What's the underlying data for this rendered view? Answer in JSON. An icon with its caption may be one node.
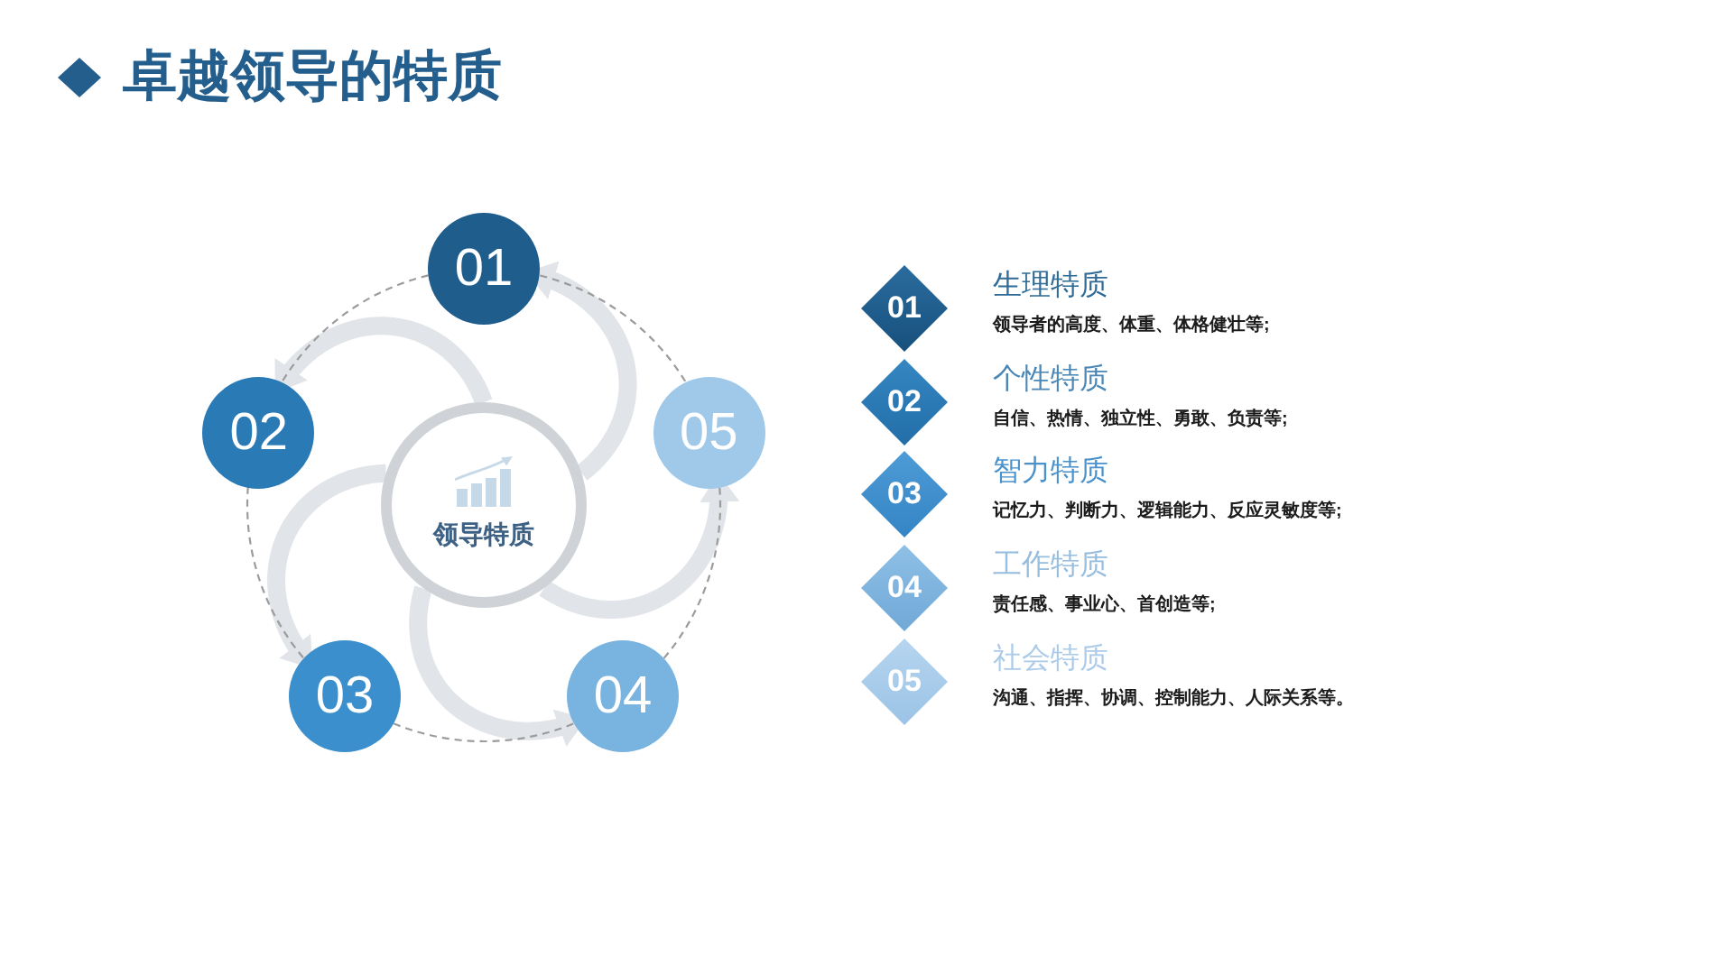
{
  "diagram": {
    "title": "卓越领导的特质",
    "nodes": [
      {
        "text": [
          "领导特质"
        ]
      },
      {
        "text": [
          "01"
        ]
      },
      {
        "text": [
          "02"
        ]
      },
      {
        "text": [
          "03"
        ]
      },
      {
        "text": [
          "04"
        ]
      },
      {
        "text": [
          "05"
        ]
      },
      {
        "text": [
          "01"
        ],
        "beside": [
          "生理特质",
          "领导者的高度、体重、体格健壮等;"
        ]
      },
      {
        "text": [
          "02"
        ],
        "beside": [
          "个性特质",
          "自信、热情、独立性、勇敢、负责等;"
        ]
      },
      {
        "text": [
          "03"
        ],
        "beside": [
          "智力特质",
          "记忆力、判断力、逻辑能力、反应灵敏度等;"
        ]
      },
      {
        "text": [
          "04"
        ],
        "beside": [
          "工作特质",
          "责任感、事业心、首创造等;"
        ]
      },
      {
        "text": [
          "05"
        ],
        "beside": [
          "社会特质",
          "沟通、指挥、协调、控制能力、人际关系等。"
        ]
      }
    ],
    "edges": [
      {
        "from": 0,
        "to": 1,
        "arrow": "to",
        "style": "thick",
        "color": "#e1e4e8"
      },
      {
        "from": 0,
        "to": 2,
        "arrow": "to",
        "style": "thick",
        "color": "#e1e4e8"
      },
      {
        "from": 0,
        "to": 3,
        "arrow": "to",
        "style": "thick",
        "color": "#e1e4e8"
      },
      {
        "from": 0,
        "to": 4,
        "arrow": "to",
        "style": "thick",
        "color": "#e1e4e8"
      },
      {
        "from": 0,
        "to": 5,
        "arrow": "to",
        "style": "thick",
        "color": "#e1e4e8"
      },
      {
        "from": 1,
        "to": 2,
        "arrow": "none",
        "style": "dashed"
      },
      {
        "from": 2,
        "to": 3,
        "arrow": "none",
        "style": "dashed"
      },
      {
        "from": 3,
        "to": 4,
        "arrow": "none",
        "style": "dashed"
      },
      {
        "from": 4,
        "to": 5,
        "arrow": "none",
        "style": "dashed"
      },
      {
        "from": 5,
        "to": 1,
        "arrow": "none",
        "style": "dashed"
      }
    ]
  }
}
